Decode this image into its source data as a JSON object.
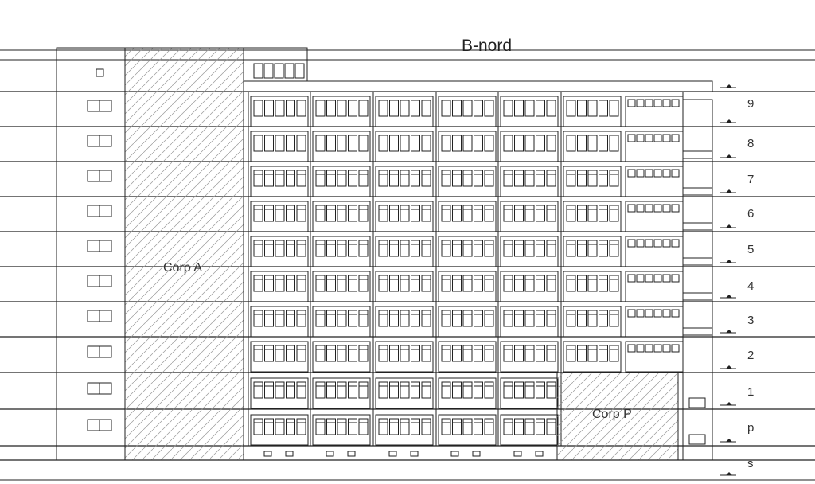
{
  "title": "B-nord",
  "blocks": {
    "corp_a": "Corp A",
    "corp_p": "Corp P"
  },
  "floors": [
    "9",
    "8",
    "7",
    "6",
    "5",
    "4",
    "3",
    "2",
    "1",
    "p",
    "s"
  ],
  "colors": {
    "line": "#222222",
    "hatch": "#999999"
  }
}
